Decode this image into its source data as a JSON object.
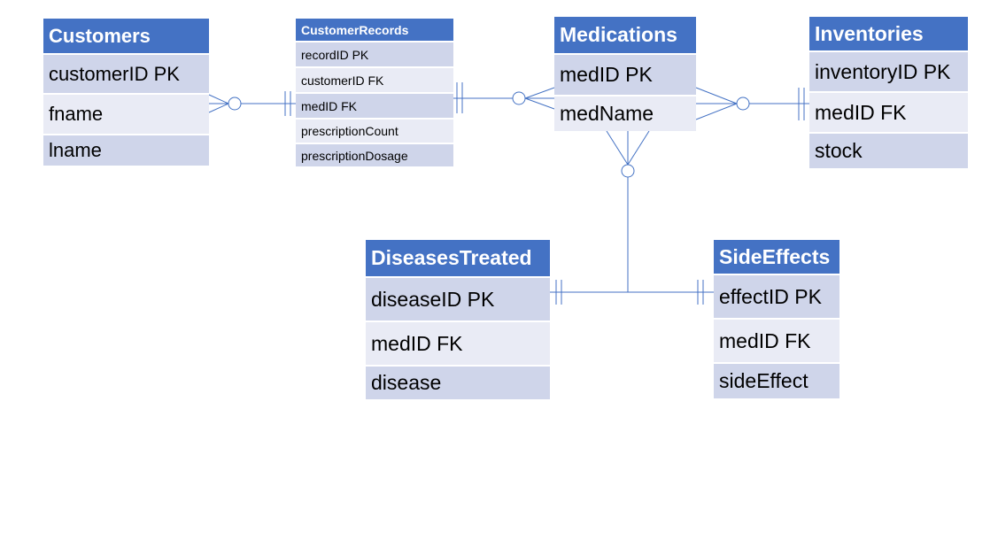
{
  "entities": {
    "customers": {
      "title": "Customers",
      "fields": [
        "customerID PK",
        "fname",
        "lname"
      ]
    },
    "customer_records": {
      "title": "CustomerRecords",
      "fields": [
        "recordID PK",
        "customerID FK",
        "medID FK",
        "prescriptionCount",
        "prescriptionDosage"
      ]
    },
    "medications": {
      "title": "Medications",
      "fields": [
        "medID PK",
        "medName"
      ]
    },
    "inventories": {
      "title": "Inventories",
      "fields": [
        "inventoryID PK",
        "medID FK",
        "stock"
      ]
    },
    "diseases_treated": {
      "title": "DiseasesTreated",
      "fields": [
        "diseaseID PK",
        "medID FK",
        "disease"
      ]
    },
    "side_effects": {
      "title": "SideEffects",
      "fields": [
        "effectID PK",
        "medID FK",
        "sideEffect"
      ]
    }
  },
  "colors": {
    "header": "#4472c4",
    "row_dark": "#cfd5ea",
    "row_light": "#e9ebf5",
    "connector": "#4472c4"
  }
}
